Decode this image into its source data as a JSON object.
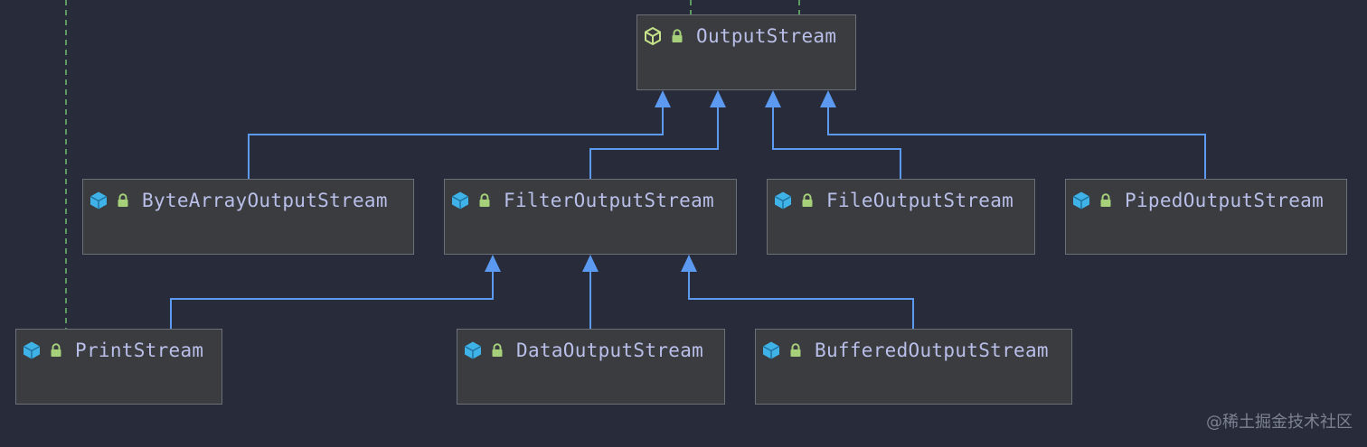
{
  "diagram": {
    "nodes": [
      {
        "id": "OutputStream",
        "label": "OutputStream",
        "icon": "abstract-class-icon"
      },
      {
        "id": "ByteArrayOutputStream",
        "label": "ByteArrayOutputStream",
        "icon": "class-icon"
      },
      {
        "id": "FilterOutputStream",
        "label": "FilterOutputStream",
        "icon": "class-icon"
      },
      {
        "id": "FileOutputStream",
        "label": "FileOutputStream",
        "icon": "class-icon"
      },
      {
        "id": "PipedOutputStream",
        "label": "PipedOutputStream",
        "icon": "class-icon"
      },
      {
        "id": "PrintStream",
        "label": "PrintStream",
        "icon": "class-icon"
      },
      {
        "id": "DataOutputStream",
        "label": "DataOutputStream",
        "icon": "class-icon"
      },
      {
        "id": "BufferedOutputStream",
        "label": "BufferedOutputStream",
        "icon": "class-icon"
      }
    ],
    "edges": [
      {
        "from": "ByteArrayOutputStream",
        "to": "OutputStream",
        "kind": "extends"
      },
      {
        "from": "FilterOutputStream",
        "to": "OutputStream",
        "kind": "extends"
      },
      {
        "from": "FileOutputStream",
        "to": "OutputStream",
        "kind": "extends"
      },
      {
        "from": "PipedOutputStream",
        "to": "OutputStream",
        "kind": "extends"
      },
      {
        "from": "PrintStream",
        "to": "FilterOutputStream",
        "kind": "extends"
      },
      {
        "from": "DataOutputStream",
        "to": "FilterOutputStream",
        "kind": "extends"
      },
      {
        "from": "BufferedOutputStream",
        "to": "FilterOutputStream",
        "kind": "extends"
      }
    ],
    "colors": {
      "background": "#272b3a",
      "node_fill": "#3a3c3f",
      "node_border": "#6b6f78",
      "class_name": "#b9bfe9",
      "inheritance_edge": "#5b9af0",
      "implements_edge": "#5c9a5f",
      "class_icon": "#3fb3e8",
      "abstract_icon": "#c7e38a",
      "lock_icon": "#a6d07a"
    }
  },
  "watermark": "@稀土掘金技术社区"
}
